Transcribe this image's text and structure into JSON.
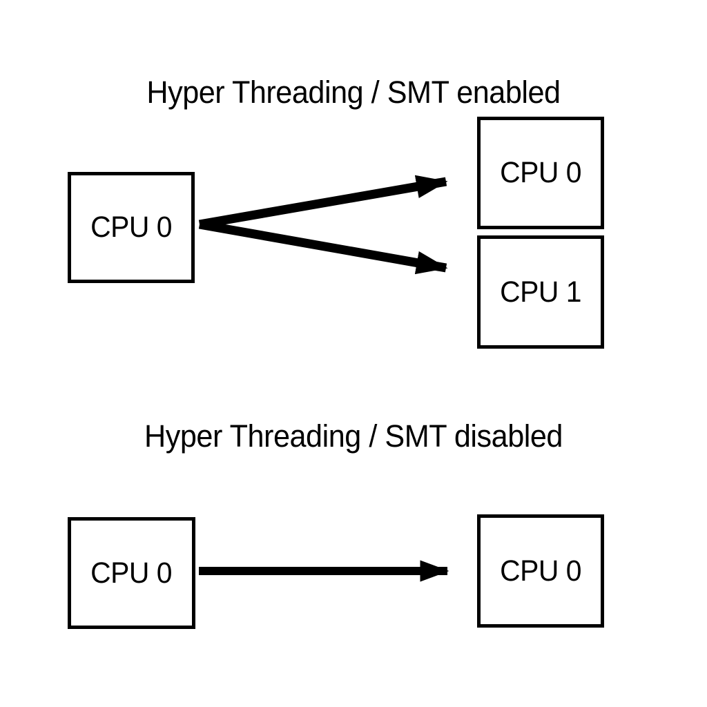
{
  "page": {
    "background_color": "#ffffff",
    "ink_color": "#000000"
  },
  "diagrams": [
    {
      "title": "Hyper Threading / SMT enabled",
      "source": {
        "label": "CPU 0"
      },
      "targets": [
        {
          "label": "CPU 0"
        },
        {
          "label": "CPU 1"
        }
      ],
      "relation": "one physical core forks into two logical CPUs"
    },
    {
      "title": "Hyper Threading / SMT disabled",
      "source": {
        "label": "CPU 0"
      },
      "targets": [
        {
          "label": "CPU 0"
        }
      ],
      "relation": "one physical core maps to one logical CPU"
    }
  ]
}
